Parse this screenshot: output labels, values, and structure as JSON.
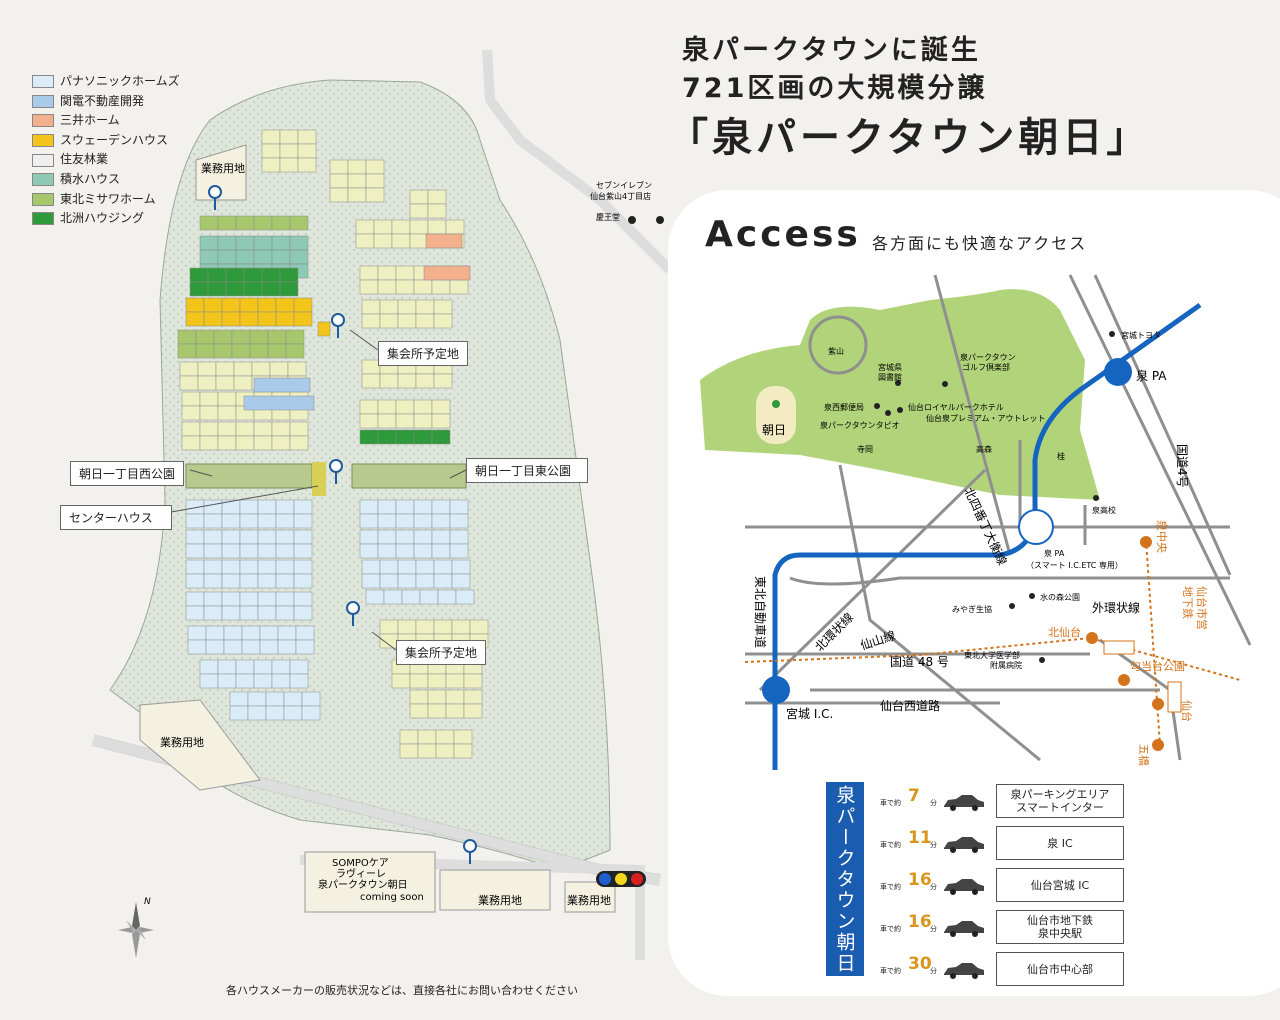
{
  "headline": {
    "line1": "泉パークタウンに誕生",
    "line2": "721区画の大規模分譲",
    "line3": "「泉パークタウン朝日」"
  },
  "legend": [
    {
      "label": "パナソニックホームズ",
      "color": "#d9ecf7"
    },
    {
      "label": "関電不動産開発",
      "color": "#a9cbe9"
    },
    {
      "label": "三井ホーム",
      "color": "#f2b08c"
    },
    {
      "label": "スウェーデンハウス",
      "color": "#f3c419"
    },
    {
      "label": "住友林業",
      "color": "#efefef"
    },
    {
      "label": "積水ハウス",
      "color": "#8ec9b6"
    },
    {
      "label": "東北ミサワホーム",
      "color": "#a7c76c"
    },
    {
      "label": "北洲ハウジング",
      "color": "#2f9a3b"
    }
  ],
  "sitemap": {
    "callouts": {
      "gyomu_top": "業務用地",
      "shukai1": "集会所予定地",
      "west_park": "朝日一丁目西公園",
      "east_park": "朝日一丁目東公園",
      "center_house": "センターハウス",
      "shukai2": "集会所予定地",
      "gyomu_left": "業務用地",
      "sompo1": "SOMPOケア",
      "sompo2": "ラヴィーレ",
      "sompo3": "泉パークタウン朝日",
      "sompo4": "coming soon",
      "gyomu_bottom": "業務用地",
      "gyomu_bottom2": "業務用地",
      "seven1": "セブンイレブン",
      "seven2": "仙台紫山4丁目店",
      "keiosha": "慶王堂",
      "north": "N"
    },
    "footnote": "各ハウスメーカーの販売状況などは、直接各社にお問い合わせください"
  },
  "access": {
    "title": "Access",
    "subtitle": "各方面にも快適なアクセス",
    "map_labels": {
      "shizan": "紫山",
      "miyagi_lib1": "宮城県",
      "miyagi_lib2": "図書館",
      "golf1": "泉パークタウン",
      "golf2": "ゴルフ倶楽部",
      "post": "泉西郵便局",
      "royal": "仙台ロイヤルパークホテル",
      "outlet": "仙台泉プレミアム・アウトレット",
      "tapio": "泉パークタウンタピオ",
      "teraoka": "寺岡",
      "takamori": "高森",
      "katsura": "桂",
      "asahi": "朝日",
      "toyota": "宮城トヨタ",
      "izumi_pa": "泉 PA",
      "route4": "国道4号",
      "izumi_hs": "泉高校",
      "izumi_chuo": "泉中央",
      "kita4": "北四番丁大衡線",
      "pa_small1": "泉 PA",
      "pa_small2": "（スマート I.C.ETC 専用）",
      "tohoku_exp": "東北自動車道",
      "mizu_park": "水の森公園",
      "miyagi_kyo": "みやぎ生協",
      "gaikan": "外環状線",
      "subway1": "地下鉄",
      "subway2": "仙台市営",
      "kitakan": "北環状線",
      "senzan": "仙山線",
      "kitasendai": "北仙台",
      "uni1": "東北大学医学部",
      "uni2": "附属病院",
      "kotodai": "勾当台公園",
      "route48": "国道 48 号",
      "miyagi_ic": "宮城 I.C.",
      "nishi_road": "仙台西道路",
      "sendai": "仙台",
      "itsutsubashi": "五橋"
    },
    "timetable_label": "泉パークタウン朝日",
    "times": [
      {
        "prefix": "車で約",
        "minutes": "7",
        "unit": "分",
        "dest": "泉パーキングエリア\nスマートインター"
      },
      {
        "prefix": "車で約",
        "minutes": "11",
        "unit": "分",
        "dest": "泉 IC"
      },
      {
        "prefix": "車で約",
        "minutes": "16",
        "unit": "分",
        "dest": "仙台宮城 IC"
      },
      {
        "prefix": "車で約",
        "minutes": "16",
        "unit": "分",
        "dest": "仙台市地下鉄\n泉中央駅"
      },
      {
        "prefix": "車で約",
        "minutes": "30",
        "unit": "分",
        "dest": "仙台市中心部"
      }
    ]
  }
}
